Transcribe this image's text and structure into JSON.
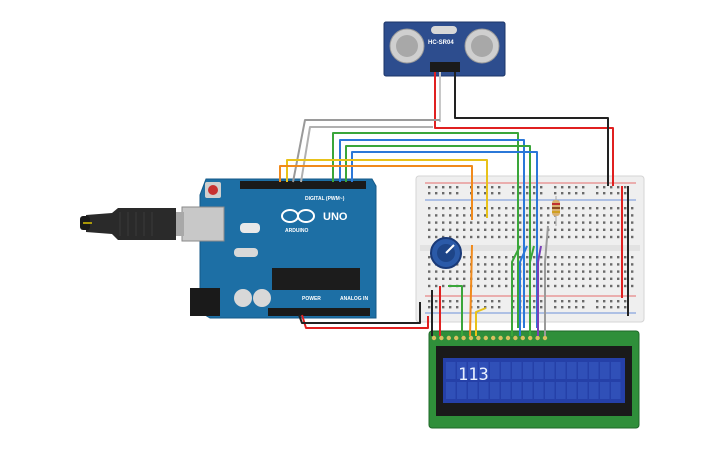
{
  "sensor": {
    "model": "HC-SR04"
  },
  "arduino": {
    "board_name": "UNO",
    "brand": "ARDUINO",
    "digital_header": "DIGITAL (PWM~)",
    "power_header": "POWER",
    "analog_header": "ANALOG IN"
  },
  "lcd": {
    "display_text": "113"
  },
  "colors": {
    "sensor_body": "#2d4d8e",
    "arduino_body": "#1d6fa5",
    "breadboard": "#efefef",
    "lcd_frame": "#2f8f3a",
    "lcd_screen": "#2540a8",
    "wire_red": "#e02020",
    "wire_black": "#222222",
    "wire_green": "#3aa63a",
    "wire_blue": "#2b78d8",
    "wire_orange": "#f08a1c",
    "wire_yellow": "#e8c21a",
    "wire_purple": "#7a3fb8",
    "wire_gray": "#9a9a9a"
  }
}
